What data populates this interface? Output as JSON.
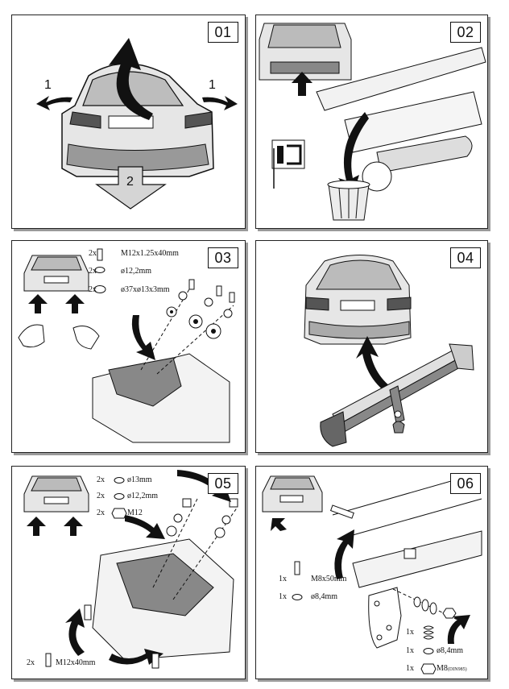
{
  "panels": [
    {
      "number": "01",
      "arrows": [
        "1",
        "1",
        "2"
      ]
    },
    {
      "number": "02"
    },
    {
      "number": "03",
      "parts": [
        {
          "qty": "2x",
          "text": "M12x1.25x40mm",
          "icon": "bolt-icon"
        },
        {
          "qty": "2x",
          "text": "ø12,2mm",
          "icon": "spring-washer-icon"
        },
        {
          "qty": "2x",
          "text": "ø37xø13x3mm",
          "icon": "flat-washer-icon"
        }
      ]
    },
    {
      "number": "04"
    },
    {
      "number": "05",
      "parts": [
        {
          "qty": "2x",
          "text": "ø13mm",
          "icon": "flat-washer-icon"
        },
        {
          "qty": "2x",
          "text": "ø12,2mm",
          "icon": "spring-washer-icon"
        },
        {
          "qty": "2x",
          "text": "M12",
          "icon": "nut-icon"
        }
      ],
      "bottom_part": {
        "qty": "2x",
        "text": "M12x40mm",
        "icon": "bolt-icon"
      }
    },
    {
      "number": "06",
      "parts_left": [
        {
          "qty": "1x",
          "text": "M8x50mm",
          "icon": "bolt-icon"
        },
        {
          "qty": "1x",
          "text": "ø8,4mm",
          "icon": "flat-washer-icon"
        }
      ],
      "parts_right": [
        {
          "qty": "1x",
          "text": "",
          "icon": "spring-icon"
        },
        {
          "qty": "1x",
          "text": "ø8,4mm",
          "icon": "flat-washer-icon"
        },
        {
          "qty": "1x",
          "text": "M8",
          "sub": "(DIN985)",
          "icon": "lock-nut-icon"
        }
      ]
    }
  ]
}
